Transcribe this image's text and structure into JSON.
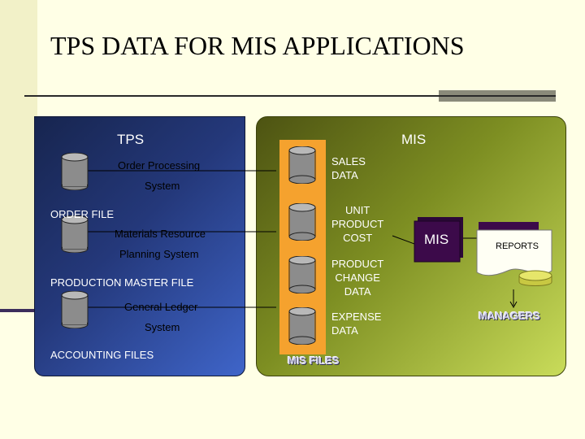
{
  "title": "TPS DATA FOR MIS APPLICATIONS",
  "tps": {
    "heading": "TPS",
    "systems": [
      {
        "line1": "Order Processing",
        "line2": "System",
        "file": "ORDER FILE"
      },
      {
        "line1": "Materials Resource",
        "line2": "Planning System",
        "file": "PRODUCTION MASTER FILE"
      },
      {
        "line1": "General Ledger",
        "line2": "System",
        "file": "ACCOUNTING FILES"
      }
    ]
  },
  "mis": {
    "heading": "MIS",
    "files_label": "MIS FILES",
    "files": [
      {
        "lines": [
          "SALES",
          "DATA"
        ]
      },
      {
        "lines": [
          "UNIT",
          "PRODUCT",
          "COST"
        ]
      },
      {
        "lines": [
          "PRODUCT",
          "CHANGE",
          "DATA"
        ]
      },
      {
        "lines": [
          "EXPENSE",
          "DATA"
        ]
      }
    ],
    "process_label": "MIS",
    "reports_label": "REPORTS",
    "managers_label": "MANAGERS"
  },
  "colors": {
    "tps_panel": "#24387a",
    "mis_panel": "#7d8e22",
    "mis_files_bg": "#f5a22e",
    "mis_process_box": "#3c0a4a",
    "cylinder": "#8c8c8c",
    "managers_disk": "#e6e66a"
  }
}
